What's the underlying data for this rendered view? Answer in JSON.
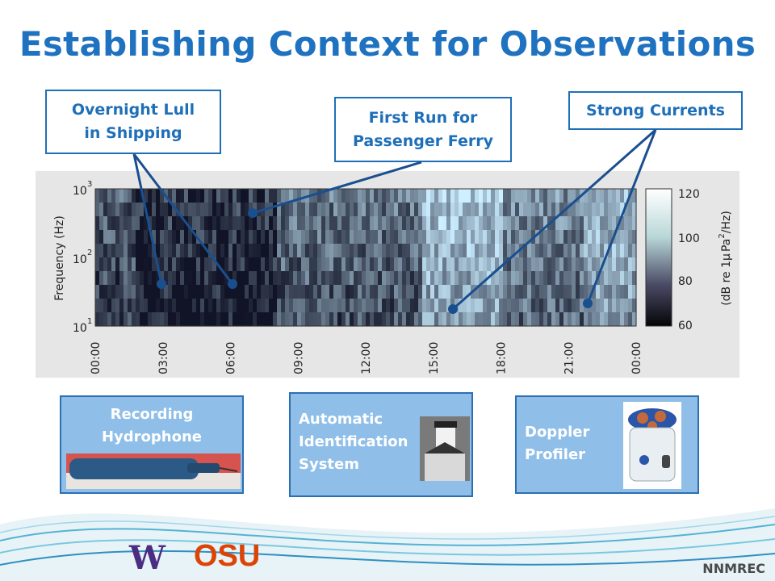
{
  "slide": {
    "title": "Establishing Context for Observations",
    "footer": "NNMREC"
  },
  "callouts": {
    "lull": "Overnight Lull\nin Shipping",
    "ferry": "First Run for\nPassenger Ferry",
    "currents": "Strong Currents"
  },
  "chart_data": {
    "type": "heatmap",
    "x_tick_labels": [
      "00:00",
      "03:00",
      "06:00",
      "09:00",
      "12:00",
      "15:00",
      "18:00",
      "21:00",
      "00:00"
    ],
    "ylabel": "Frequency (Hz)",
    "y_tick_labels": [
      {
        "base": "10",
        "exp": "3"
      },
      {
        "base": "10",
        "exp": "2"
      },
      {
        "base": "10",
        "exp": "1"
      }
    ],
    "yscale": "log",
    "ylim": [
      10,
      1000
    ],
    "colorbar": {
      "ticks": [
        "120",
        "100",
        "80",
        "60"
      ],
      "label_pre": "(dB re 1",
      "label_mu": "μ",
      "label_mid": "Pa",
      "label_exp": "2",
      "label_post": "/Hz)",
      "range": [
        60,
        125
      ]
    }
  },
  "info_boxes": {
    "hydrophone": "Recording\nHydrophone",
    "ais": "Automatic\nIdentification\nSystem",
    "doppler": "Doppler\nProfiler"
  },
  "logos": {
    "uw": "W",
    "osu": "OSU"
  },
  "colors": {
    "title": "#1f72c0",
    "callout_border": "#1f6fb8",
    "box_fill": "#8fbfe8",
    "marker": "#1a4f8f"
  }
}
